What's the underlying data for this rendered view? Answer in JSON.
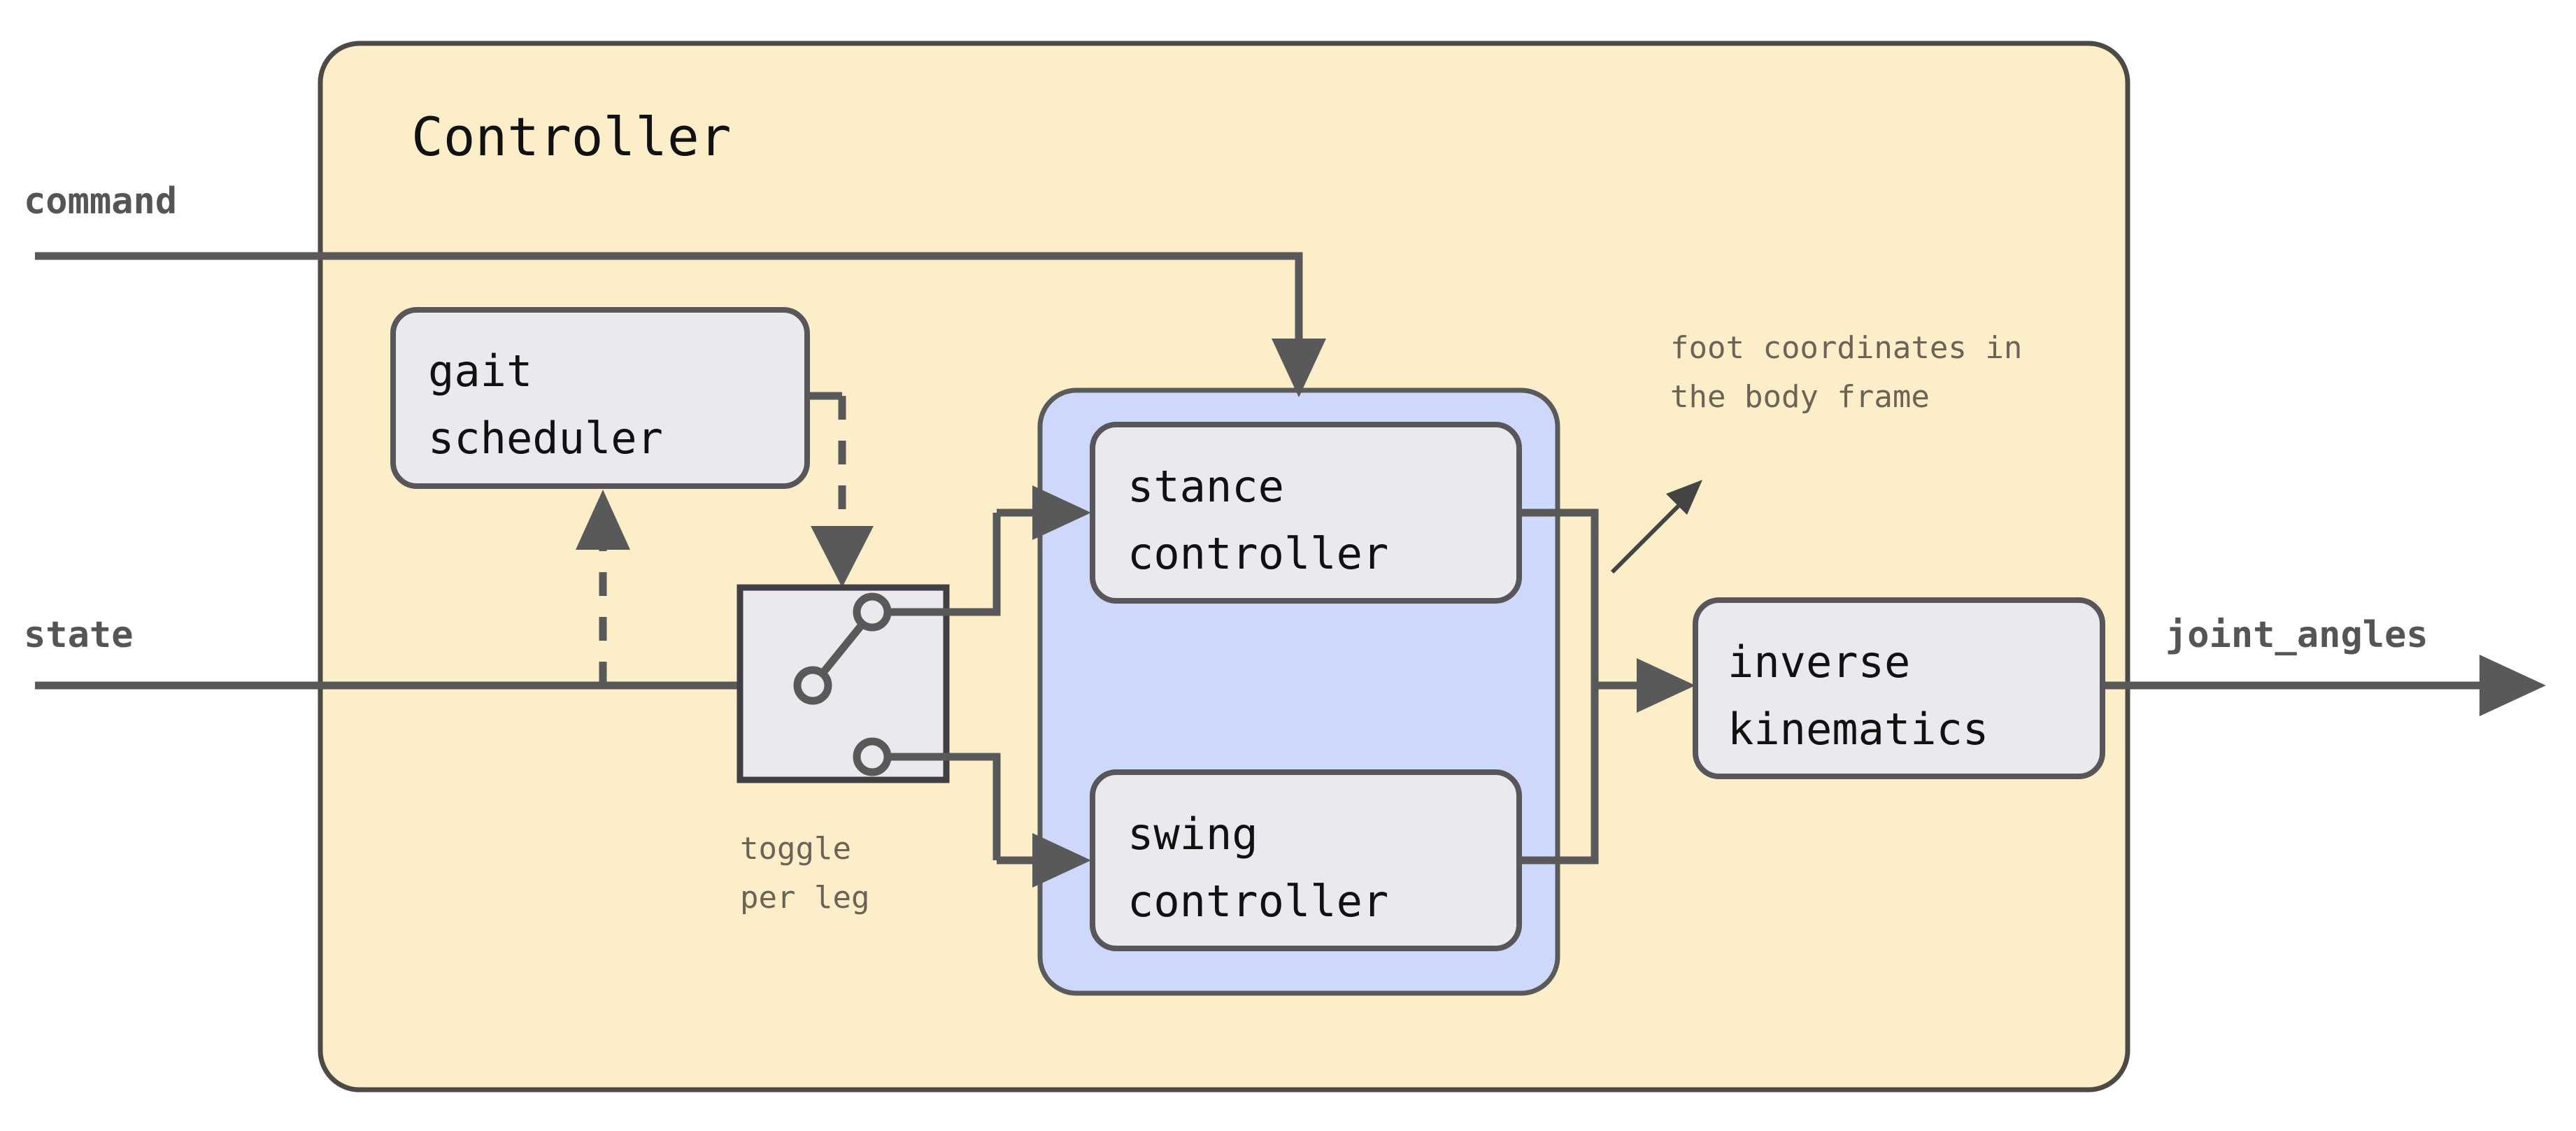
{
  "diagram": {
    "title": "Controller",
    "colors": {
      "controller_fill": "#fbeec8",
      "controller_stroke": "#4d4a45",
      "group_fill": "#cdd8fa",
      "block_fill": "#eaeaee",
      "edge": "#595959",
      "note_text": "#6b6456",
      "io_text": "#555555"
    },
    "inputs": [
      {
        "name": "command-input",
        "label": "command"
      },
      {
        "name": "state-input",
        "label": "state"
      }
    ],
    "outputs": [
      {
        "name": "joint-angles-output",
        "label": "joint_angles"
      }
    ],
    "blocks": [
      {
        "name": "gait-scheduler-block",
        "line1": "gait",
        "line2": "scheduler"
      },
      {
        "name": "stance-controller-block",
        "line1": "stance",
        "line2": "controller"
      },
      {
        "name": "swing-controller-block",
        "line1": "swing",
        "line2": "controller"
      },
      {
        "name": "inverse-kinematics-block",
        "line1": "inverse",
        "line2": "kinematics"
      }
    ],
    "switch": {
      "name": "toggle-switch",
      "caption_line1": "toggle",
      "caption_line2": "per leg"
    },
    "annotation": {
      "name": "foot-coordinates-note",
      "line1": "foot coordinates in",
      "line2": "the body frame"
    }
  }
}
